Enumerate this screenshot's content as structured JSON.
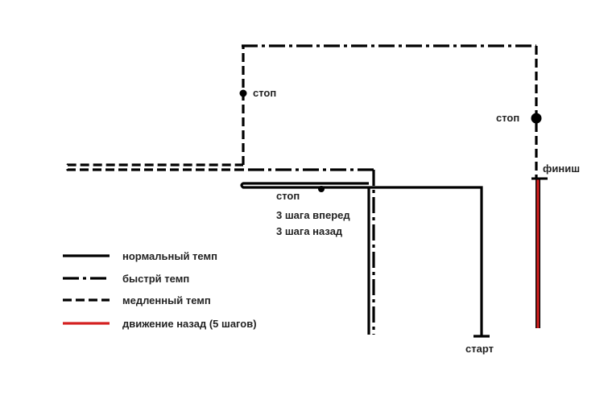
{
  "labels": {
    "stop_1": "стоп",
    "stop_2": "стоп",
    "stop_3": "стоп",
    "steps_forward": "3 шага вперед",
    "steps_back": "3 шага назад",
    "finish": "финиш",
    "start": "старт"
  },
  "legend": [
    {
      "style": "normal",
      "label": "нормальный темп"
    },
    {
      "style": "fast",
      "label": "быстрй темп"
    },
    {
      "style": "slow",
      "label": "медленный темп"
    },
    {
      "style": "back",
      "label": "движение назад (5 шагов)"
    }
  ],
  "colors": {
    "line": "#000000",
    "back": "#d42020"
  }
}
